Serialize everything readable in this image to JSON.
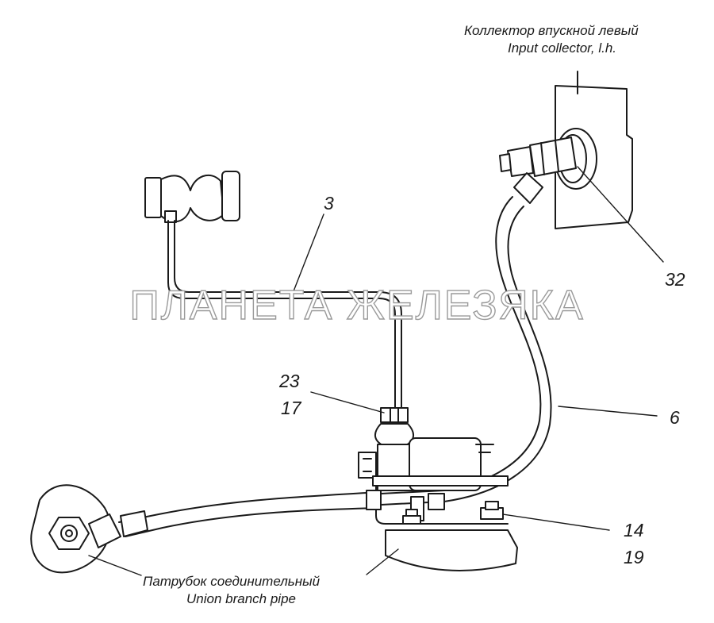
{
  "watermark": "ПЛАНЕТА ЖЕЛЕЗЯКА",
  "labels": {
    "collector_ru": "Коллектор впускной левый",
    "collector_en": "Input collector, l.h.",
    "union_ru": "Патрубок соединительный",
    "union_en": "Union branch pipe"
  },
  "callouts": {
    "n3": "3",
    "n32": "32",
    "n23": "23",
    "n17": "17",
    "n6": "6",
    "n14": "14",
    "n19": "19"
  }
}
